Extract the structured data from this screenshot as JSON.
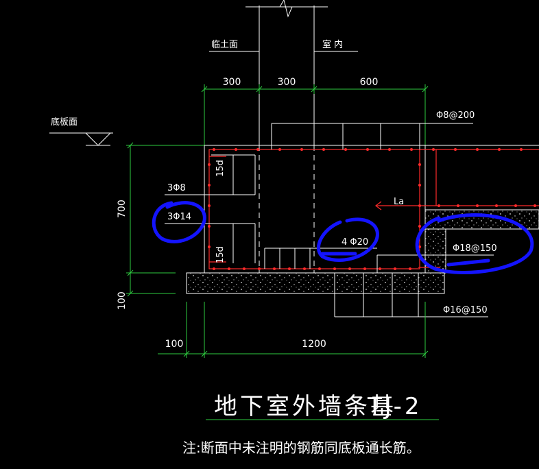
{
  "labels": {
    "soil_side": "临土面",
    "indoor": "室 内",
    "slab_top": "底板面",
    "la": "La",
    "bar_8_200": "Φ8@200",
    "bar_3_8": "3Φ8",
    "bar_3_14": "3Φ14",
    "bar_4_20": "4 Φ20",
    "bar_18_150": "Φ18@150",
    "bar_16_150": "Φ16@150",
    "d15_top": "15d",
    "d15_bottom": "15d"
  },
  "dimensions": {
    "d300_a": "300",
    "d300_b": "300",
    "d600": "600",
    "d700": "700",
    "d100_v": "100",
    "d100_h": "100",
    "d1200": "1200"
  },
  "title": {
    "main": "地下室外墙条基",
    "code": "TJ-2"
  },
  "note": "注:断面中未注明的钢筋同底板通长筋。",
  "colors": {
    "background": "#000000",
    "dimension_lines": "#2ecc40",
    "rebar": "#ff2a2a",
    "annotation": "#1414ff",
    "text": "#ffffff"
  }
}
